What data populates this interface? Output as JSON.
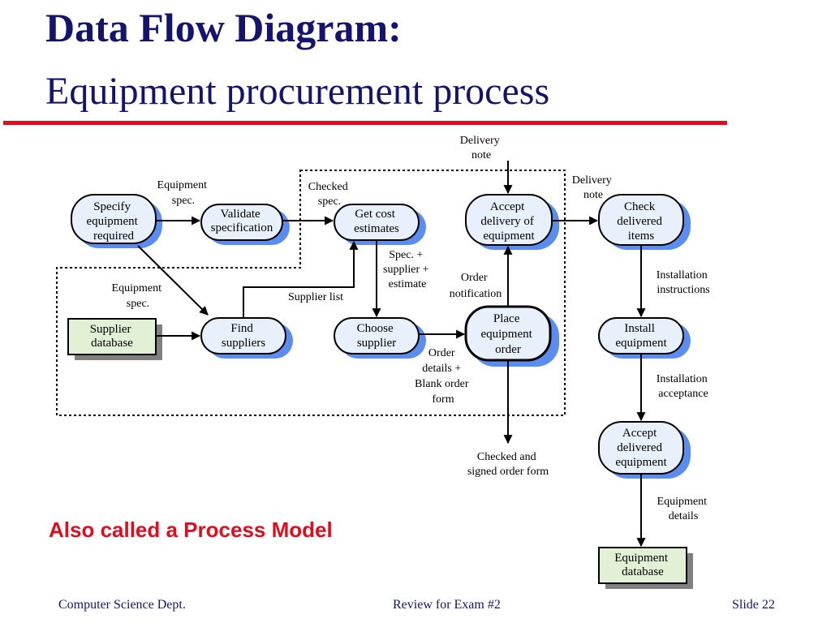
{
  "slide": {
    "title": "Data Flow Diagram:",
    "subtitle": "Equipment procurement process",
    "tagline": "Also called a Process Model",
    "footer": {
      "left": "Computer Science Dept.",
      "center": "Review for Exam #2",
      "right": "Slide  22"
    }
  },
  "colors": {
    "title": "#14146e",
    "accent_red": "#e00d1f",
    "process_fill": "#e8f1fb",
    "shadow_blue": "#5b8df0",
    "store_fill": "#e2f0d6",
    "store_shadow": "#808080"
  },
  "diagram": {
    "processes": {
      "specify": [
        "Specify",
        "equipment",
        "required"
      ],
      "validate": [
        "Validate",
        "specification"
      ],
      "get_cost": [
        "Get cost",
        "estimates"
      ],
      "accept_delivery": [
        "Accept",
        "delivery of",
        "equipment"
      ],
      "check_delivered": [
        "Check",
        "delivered",
        "items"
      ],
      "find_suppliers": [
        "Find",
        "suppliers"
      ],
      "choose_supplier": [
        "Choose",
        "supplier"
      ],
      "place_order": [
        "Place",
        "equipment",
        "order"
      ],
      "install": [
        "Install",
        "equipment"
      ],
      "accept_delivered": [
        "Accept",
        "delivered",
        "equipment"
      ]
    },
    "stores": {
      "supplier_db": [
        "Supplier",
        "database"
      ],
      "equipment_db": [
        "Equipment",
        "database"
      ]
    },
    "labels": {
      "delivery_note_top": [
        "Delivery",
        "note"
      ],
      "delivery_note_right": [
        "Delivery",
        "note"
      ],
      "equipment_spec_1": [
        "Equipment",
        "spec."
      ],
      "checked_spec": [
        "Checked",
        "spec."
      ],
      "spec_supplier_estimate": [
        "Spec. +",
        "supplier +",
        "estimate"
      ],
      "order_notification": [
        "Order",
        "notification"
      ],
      "installation_instructions": [
        "Installation",
        "instructions"
      ],
      "equipment_spec_2": [
        "Equipment",
        "spec."
      ],
      "supplier_list": [
        "Supplier list"
      ],
      "order_details": [
        "Order",
        "details +",
        "Blank order",
        "form"
      ],
      "installation_acceptance": [
        "Installation",
        "acceptance"
      ],
      "checked_signed": [
        "Checked and",
        "signed order form"
      ],
      "equipment_details": [
        "Equipment",
        "details"
      ]
    }
  }
}
